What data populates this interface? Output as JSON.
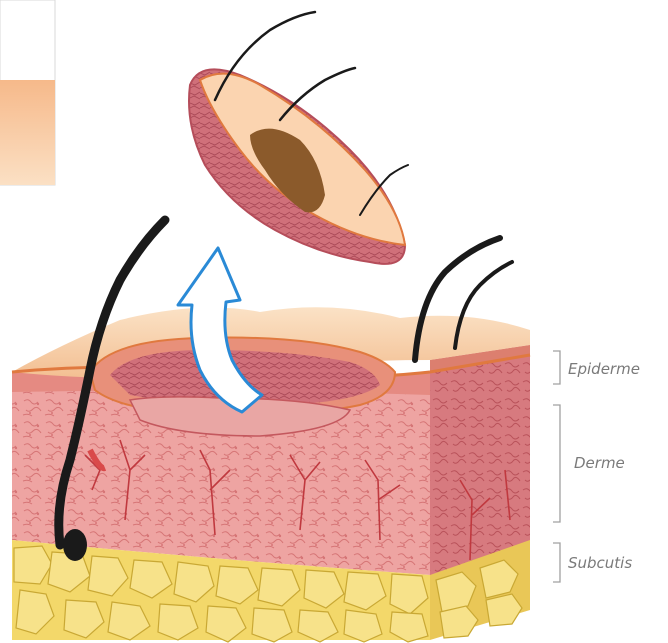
{
  "labels": {
    "epidermis": "Epiderme",
    "dermis": "Derme",
    "subcutis": "Subcutis"
  },
  "colors": {
    "skin_surface": "#f6c89c",
    "epidermis_band": "#e8907a",
    "dermis": "#e89a98",
    "dermis_dark": "#c4585e",
    "vessels": "#c0393f",
    "fat": "#f3d86a",
    "fat_outline": "#c9a834",
    "hair": "#1a1a1a",
    "arrow_outline": "#2a8ad6",
    "lesion": "#8b5a2b"
  },
  "icons": [
    "skin-cross-section",
    "excised-skin-flap",
    "upward-arrow"
  ]
}
